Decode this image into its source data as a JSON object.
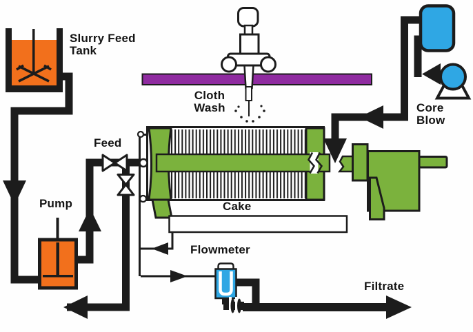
{
  "diagram": {
    "type": "process-flow-diagram",
    "subject": "Filter press circuit with slurry feed tank, pump, cloth wash, core blow, cake and filtrate lines",
    "labels": {
      "slurry_tank_line1": "Slurry Feed",
      "slurry_tank_line2": "Tank",
      "cloth_wash_line1": "Cloth",
      "cloth_wash_line2": "Wash",
      "core_blow_line1": "Core",
      "core_blow_line2": "Blow",
      "feed": "Feed",
      "pump": "Pump",
      "cake": "Cake",
      "flowmeter": "Flowmeter",
      "filtrate": "Filtrate"
    },
    "colors": {
      "slurry_orange": "#F2701C",
      "press_green": "#7BB23D",
      "wash_bar_purple": "#8F2BA0",
      "air_blue": "#2FA7E4",
      "pipe_black": "#1C1C1C",
      "background": "#FEFEFE"
    },
    "components": [
      {
        "name": "slurry-feed-tank",
        "description": "agitated tank, orange"
      },
      {
        "name": "pump",
        "description": "piston pump, orange"
      },
      {
        "name": "feed-valve",
        "description": "bowtie valve on feed line"
      },
      {
        "name": "drain-valve",
        "description": "bowtie valve on drain branch"
      },
      {
        "name": "filter-press",
        "description": "plate filter press, green heads, striped plate pack"
      },
      {
        "name": "closing-ram",
        "description": "green hydraulic closing unit"
      },
      {
        "name": "cloth-wash-trolley",
        "description": "spray trolley on purple rail"
      },
      {
        "name": "cake-tray",
        "description": "open tray under press"
      },
      {
        "name": "flowmeter",
        "description": "blue flowmeter with U-tube"
      },
      {
        "name": "core-blow-receiver",
        "description": "blue air vessel"
      },
      {
        "name": "core-blow-compressor",
        "description": "blue compressor on stand"
      }
    ]
  }
}
